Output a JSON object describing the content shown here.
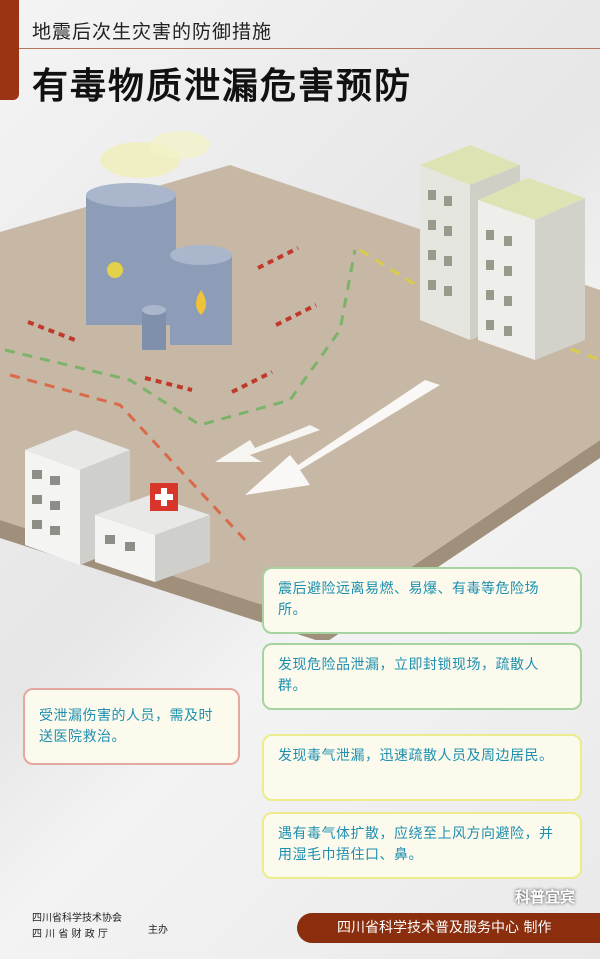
{
  "header": {
    "subtitle": "地震后次生灾害的防御措施",
    "title": "有毒物质泄漏危害预防"
  },
  "tips": [
    {
      "text": "震后避险远离易燃、易爆、有毒等危险场所。",
      "border_color": "#a6d3a0"
    },
    {
      "text": "发现危险品泄漏，立即封锁现场，疏散人群。",
      "border_color": "#a6d3a0"
    },
    {
      "text": "受泄漏伤害的人员，需及时送医院救治。",
      "border_color": "#e5a7a0"
    },
    {
      "text": "发现毒气泄漏，迅速疏散人员及周边居民。",
      "border_color": "#ecec8a"
    },
    {
      "text": "遇有毒气体扩散，应绕至上风方向避险，并用湿毛巾捂住口、鼻。",
      "border_color": "#ecec8a"
    }
  ],
  "footer": {
    "org1": "四川省科学技术协会",
    "org2": "四 川 省 财 政 厅",
    "host_label": "主办",
    "producer": "四川省科学技术普及服务中心 制作",
    "watermark": "科普宜宾"
  },
  "colors": {
    "accent": "#9a3412",
    "text_blue": "#1f8fb0",
    "ground": "#c7b8a5"
  }
}
